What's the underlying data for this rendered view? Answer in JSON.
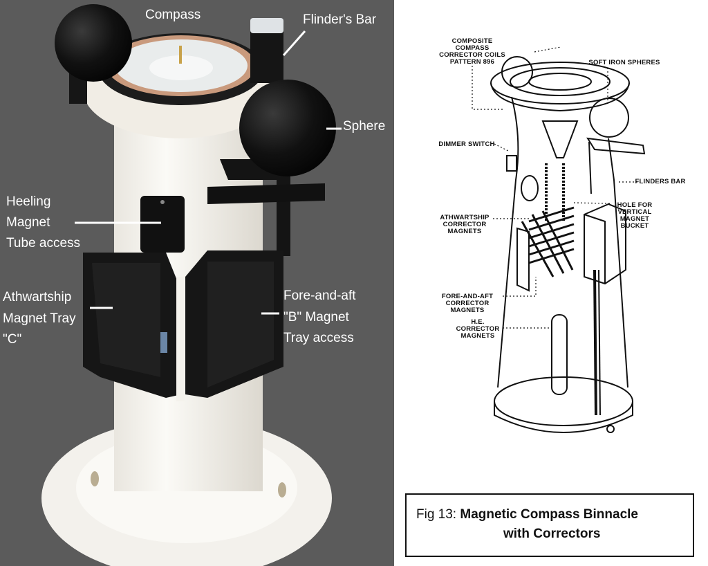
{
  "photo": {
    "background_color": "#5b5b5b",
    "labels": {
      "compass": "Compass",
      "flinders_bar": "Flinder's Bar",
      "sphere": "Sphere",
      "heeling_1": "Heeling",
      "heeling_2": "Magnet",
      "heeling_3": "Tube access",
      "athwartship_1": "Athwartship",
      "athwartship_2": "Magnet Tray",
      "athwartship_3": "\"C\"",
      "foreaft_1": "Fore-and-aft",
      "foreaft_2": "\"B\" Magnet",
      "foreaft_3": "Tray access"
    }
  },
  "diagram": {
    "labels": {
      "coils_1": "COMPOSITE COMPASS",
      "coils_2": "CORRECTOR COILS",
      "coils_3": "PATTERN 896",
      "spheres": "SOFT IRON SPHERES",
      "dimmer": "DIMMER SWITCH",
      "flinders": "FLINDERS BAR",
      "hole_1": "HOLE FOR",
      "hole_2": "VERTICAL",
      "hole_3": "MAGNET",
      "hole_4": "BUCKET",
      "athw_1": "ATHWARTSHIP",
      "athw_2": "CORRECTOR",
      "athw_3": "MAGNETS",
      "fa_1": "FORE-AND-AFT",
      "fa_2": "CORRECTOR",
      "fa_3": "MAGNETS",
      "he_1": "H.E.",
      "he_2": "CORRECTOR",
      "he_3": "MAGNETS"
    }
  },
  "caption": {
    "prefix": "Fig 13: ",
    "title_line1": "Magnetic Compass Binnacle",
    "title_line2": "with Correctors"
  }
}
